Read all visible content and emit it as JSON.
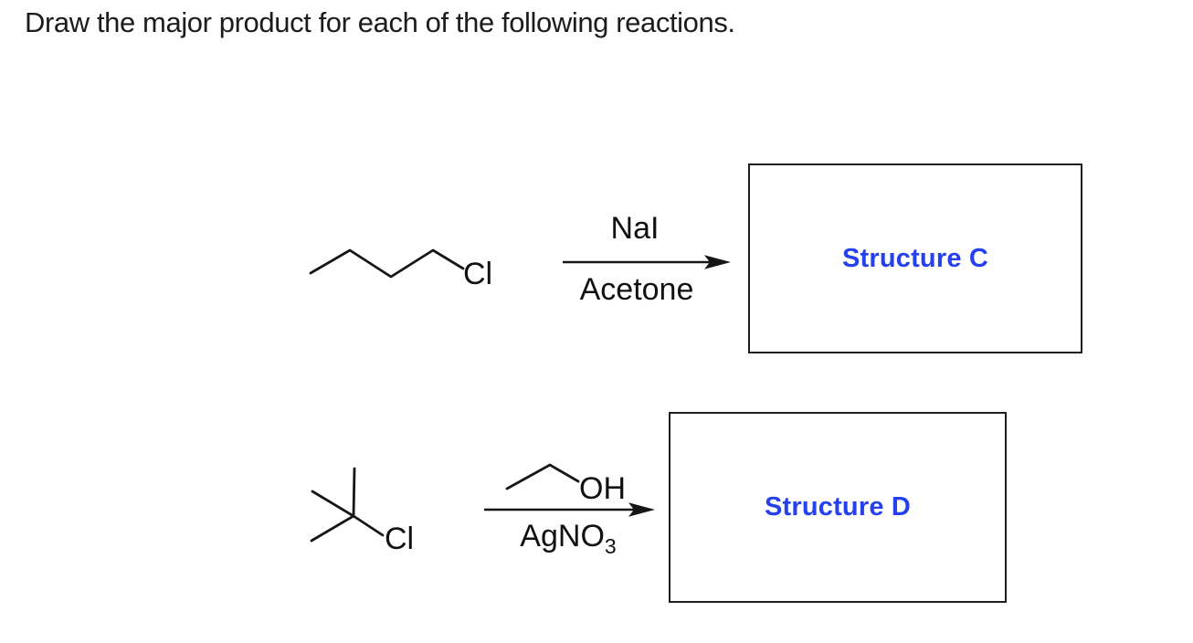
{
  "title": "Draw the major product for each of the following reactions.",
  "colors": {
    "structure_label_blue": "#2540ED",
    "ink": "#161616"
  },
  "reactions": [
    {
      "id": "C",
      "reactant_structure": "1-chlorobutane-skeletal-structure",
      "reactant_atom_label": "Cl",
      "reagent_above_arrow": "NaI",
      "reagent_below_arrow": "Acetone",
      "answer_box_label": "Structure C"
    },
    {
      "id": "D",
      "reactant_structure": "tert-butyl-chloride-skeletal-structure",
      "reactant_atom_label": "Cl",
      "reagent_structure": "ethanol-skeletal-structure",
      "reagent_above_arrow_label": "OH",
      "reagent_below_arrow_main": "AgNO",
      "reagent_below_arrow_sub": "3",
      "answer_box_label": "Structure D"
    }
  ]
}
